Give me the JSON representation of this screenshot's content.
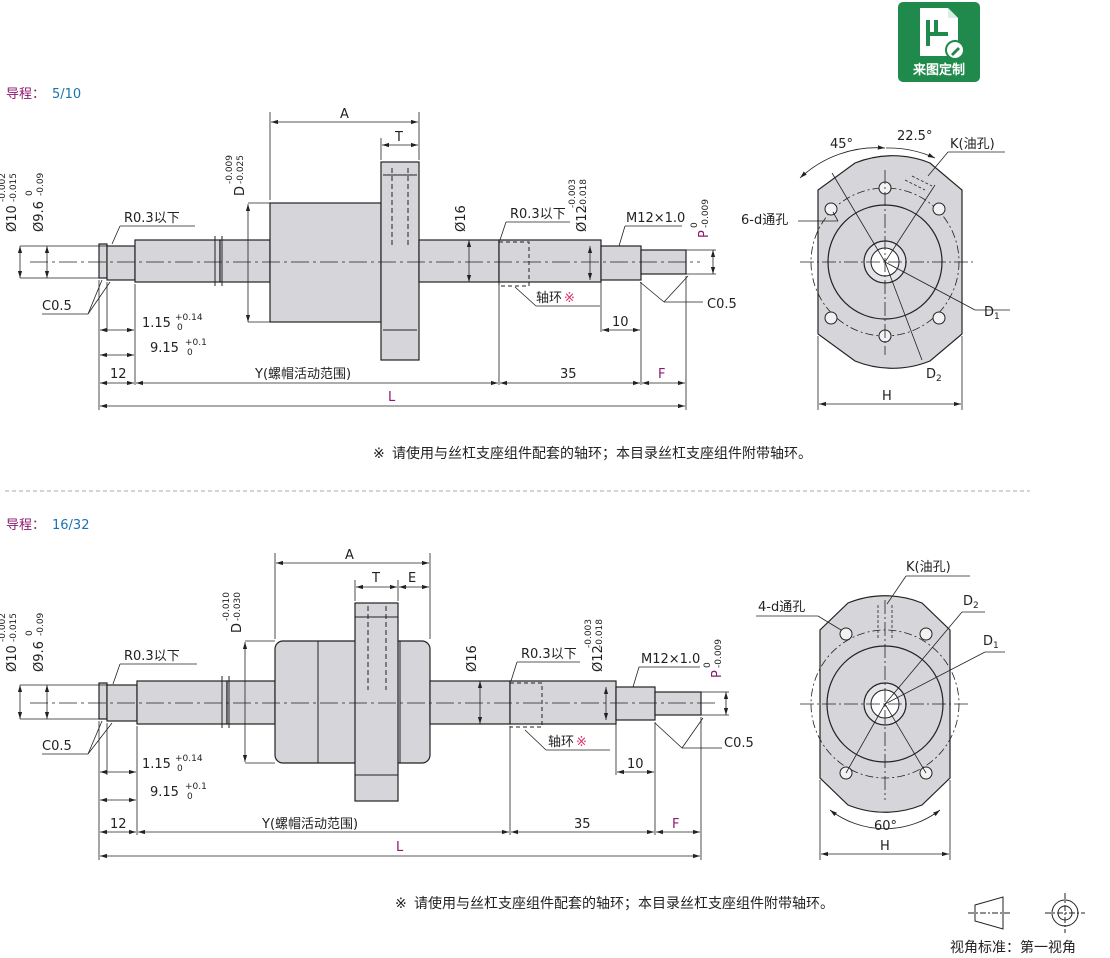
{
  "badge": {
    "label": "来图定制",
    "icon": "custom-drawing-icon",
    "color": "#1f8a4c"
  },
  "colors": {
    "magenta": "#8c1a6e",
    "blue": "#1a73b0",
    "part": "#d6d6da",
    "line": "#222222"
  },
  "section1": {
    "lead_label": "导程：",
    "lead_value": "5/10",
    "dims": {
      "A": "A",
      "T": "T",
      "D": "D",
      "D_tol_up": "-0.009",
      "D_tol_lo": "-0.025",
      "d10": "Ø10",
      "d10_up": "-0.002",
      "d10_lo": "-0.015",
      "d96": "Ø9.6",
      "d96_up": "0",
      "d96_lo": "-0.09",
      "r03_left": "R0.3以下",
      "r03_right": "R0.3以下",
      "d16": "Ø16",
      "d12": "Ø12",
      "d12_up": "-0.003",
      "d12_lo": "-0.018",
      "m12": "M12×1.0",
      "P": "P",
      "P_up": "0",
      "P_lo": "-0.009",
      "c05_left": "C0.5",
      "c05_right": "C0.5",
      "collar": "轴环",
      "mark": "※",
      "g115": "1.15",
      "g115_up": "+0.14",
      "g115_lo": "0",
      "g915": "9.15",
      "g915_up": "+0.1",
      "g915_lo": "0",
      "ten": "10",
      "twelve": "12",
      "Y": "Y(螺帽活动范围)",
      "thirtyfive": "35",
      "F": "F",
      "L": "L"
    },
    "side": {
      "angle1": "45°",
      "angle2": "22.5°",
      "K": "K(油孔)",
      "holes": "6-d通孔",
      "D1": "D",
      "D1_sub": "1",
      "D2": "D",
      "D2_sub": "2",
      "H": "H"
    },
    "note_mark": "※",
    "note": "请使用与丝杠支座组件配套的轴环；本目录丝杠支座组件附带轴环。"
  },
  "section2": {
    "lead_label": "导程：",
    "lead_value": "16/32",
    "dims": {
      "A": "A",
      "T": "T",
      "E": "E",
      "D": "D",
      "D_tol_up": "-0.010",
      "D_tol_lo": "-0.030",
      "d10": "Ø10",
      "d10_up": "-0.002",
      "d10_lo": "-0.015",
      "d96": "Ø9.6",
      "d96_up": "0",
      "d96_lo": "-0.09",
      "r03_left": "R0.3以下",
      "r03_right": "R0.3以下",
      "d16": "Ø16",
      "d12": "Ø12",
      "d12_up": "-0.003",
      "d12_lo": "-0.018",
      "m12": "M12×1.0",
      "P": "P",
      "P_up": "0",
      "P_lo": "-0.009",
      "c05_left": "C0.5",
      "c05_right": "C0.5",
      "collar": "轴环",
      "mark": "※",
      "g115": "1.15",
      "g115_up": "+0.14",
      "g115_lo": "0",
      "g915": "9.15",
      "g915_up": "+0.1",
      "g915_lo": "0",
      "ten": "10",
      "twelve": "12",
      "Y": "Y(螺帽活动范围)",
      "thirtyfive": "35",
      "F": "F",
      "L": "L"
    },
    "side": {
      "K": "K(油孔)",
      "holes": "4-d通孔",
      "D1": "D",
      "D1_sub": "1",
      "D2": "D",
      "D2_sub": "2",
      "angle": "60°",
      "H": "H"
    },
    "note_mark": "※",
    "note": "请使用与丝杠支座组件配套的轴环；本目录丝杠支座组件附带轴环。"
  },
  "projection": {
    "label": "视角标准：第一视角",
    "icon": "first-angle-projection-icon"
  }
}
